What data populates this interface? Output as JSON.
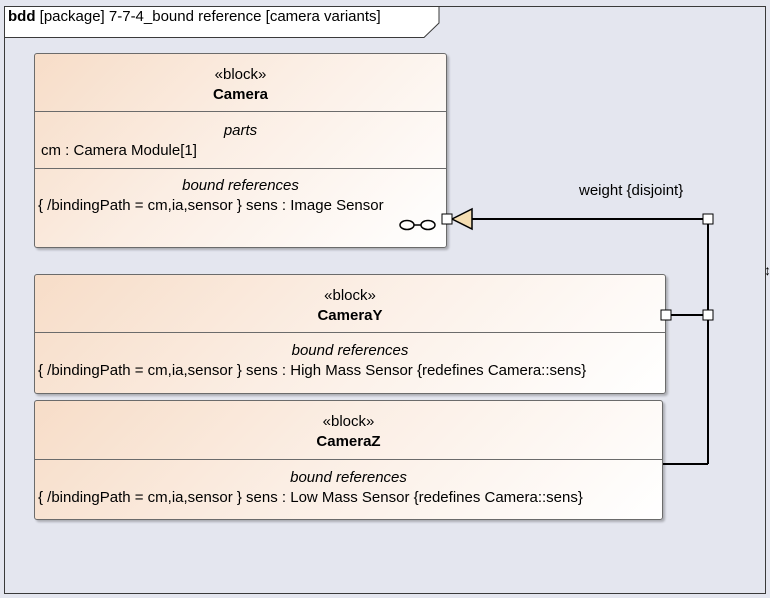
{
  "frame": {
    "kind": "bdd",
    "title": "[package] 7-7-4_bound reference [camera variants]"
  },
  "blocks": [
    {
      "stereotype": "«block»",
      "name": "Camera",
      "parts_header": "parts",
      "parts": [
        "cm : Camera Module[1]"
      ],
      "refs_header": "bound references",
      "refs": [
        "{ /bindingPath = cm,ia,sensor } sens : Image Sensor"
      ]
    },
    {
      "stereotype": "«block»",
      "name": "CameraY",
      "refs_header": "bound references",
      "refs": [
        "{ /bindingPath = cm,ia,sensor } sens : High Mass Sensor {redefines Camera::sens}"
      ]
    },
    {
      "stereotype": "«block»",
      "name": "CameraZ",
      "refs_header": "bound references",
      "refs": [
        "{ /bindingPath = cm,ia,sensor } sens : Low Mass Sensor {redefines Camera::sens}"
      ]
    }
  ],
  "generalization": {
    "label": "weight {disjoint}"
  },
  "colors": {
    "background": "#e4e6ef",
    "block_fill": "#f7ddc8",
    "arrowhead_fill": "#f5deb3",
    "line": "#000000"
  }
}
